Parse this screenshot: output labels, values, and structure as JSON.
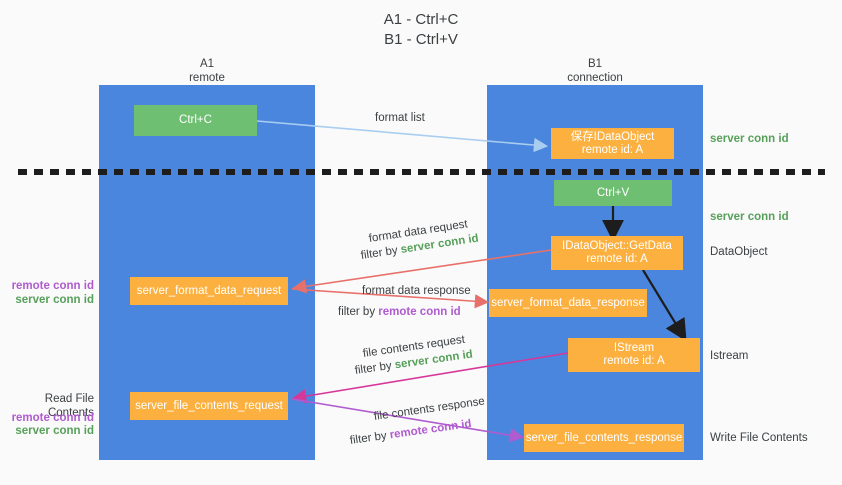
{
  "title": {
    "line1": "A1 - Ctrl+C",
    "line2": "B1 - Ctrl+V"
  },
  "columns": [
    {
      "name": "A1",
      "sub": "remote"
    },
    {
      "name": "B1",
      "sub": "connection"
    }
  ],
  "nodes": {
    "ctrl_c": "Ctrl+C",
    "ctrl_v": "Ctrl+V",
    "save_idataobject_l1": "保存IDataObject",
    "save_idataobject_l2": "remote id: A",
    "getdata_l1": "IDataObject::GetData",
    "getdata_l2": "remote id: A",
    "istream_l1": "IStream",
    "istream_l2": "remote id: A",
    "server_format_data_request": "server_format_data_request",
    "server_format_data_response": "server_format_data_response",
    "server_file_contents_request": "server_file_contents_request",
    "server_file_contents_response": "server_file_contents_response"
  },
  "right_labels": {
    "server_conn_id_top": "server conn id",
    "server_conn_id_mid": "server conn id",
    "dataobject": "DataObject",
    "istream": "Istream",
    "write_file_contents": "Write File Contents"
  },
  "left_labels": {
    "remote_conn_id_1": "remote conn id",
    "server_conn_id_1": "server conn id",
    "read_file_contents": "Read File Contents",
    "remote_conn_id_2": "remote conn id",
    "server_conn_id_2": "server conn id"
  },
  "arrow_captions": {
    "format_list": "format list",
    "format_data_request": "format data request",
    "format_data_request_filter_prefix": "filter by ",
    "format_data_request_filter_value": "server conn id",
    "format_data_response": "format data response",
    "format_data_response_filter_prefix": "filter by ",
    "format_data_response_filter_value": "remote conn id",
    "file_contents_request": "file contents request",
    "file_contents_request_filter_prefix": "filter by ",
    "file_contents_request_filter_value": "server conn id",
    "file_contents_response": "file contents response",
    "file_contents_response_filter_prefix": "filter by ",
    "file_contents_response_filter_value": "remote conn id"
  },
  "colors": {
    "lane": "#4a86de",
    "green_node": "#6fbf73",
    "orange_node": "#fbb040",
    "green_text": "#57a05a",
    "purple_text": "#b05bd0",
    "arrow_light_blue": "#a8cdf0",
    "arrow_red": "#e8706a",
    "arrow_magenta": "#c councillor",
    "arrow_purple": "#b05bd0",
    "arrow_black": "#1d1d1d",
    "background": "#fafafa"
  }
}
